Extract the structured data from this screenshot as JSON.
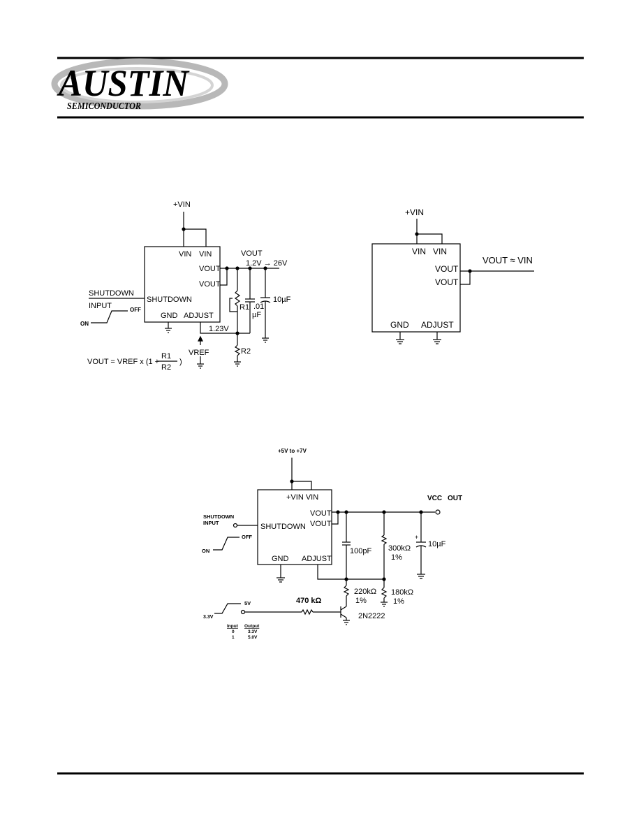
{
  "logo": {
    "name": "AUSTIN",
    "sub": "SEMICONDUCTOR"
  },
  "circuit1": {
    "vin_top": "+VIN",
    "pin_vin1": "VIN",
    "pin_vin2": "VIN",
    "vout_label": "VOUT",
    "range": "1.2V → 26V",
    "pin_vout1": "VOUT",
    "pin_vout2": "VOUT",
    "shutdown_pin": "SHUTDOWN",
    "shutdown_input_1": "SHUTDOWN",
    "shutdown_input_2": "INPUT",
    "off": "OFF",
    "on": "ON",
    "gnd": "GND",
    "adjust": "ADJUST",
    "r1": "R1",
    "c_small_1": ".01",
    "c_small_2": "µF",
    "c_big": "10µF",
    "vadj": "1.23V",
    "vref": "VREF",
    "r2": "R2",
    "formula_left": "VOUT = VREF x (1 +",
    "formula_num": "R1",
    "formula_den": "R2",
    "formula_close": ")"
  },
  "circuit2": {
    "vin_top": "+VIN",
    "pin_vin1": "VIN",
    "pin_vin2": "VIN",
    "pin_vout1": "VOUT",
    "pin_vout2": "VOUT",
    "out_label": "VOUT ≈ VIN",
    "gnd": "GND",
    "adjust": "ADJUST"
  },
  "circuit3": {
    "supply": "+5V to +7V",
    "pin_vin": "+VIN VIN",
    "vcc_out": "VCC",
    "vcc_out_2": "OUT",
    "pin_vout1": "VOUT",
    "pin_vout2": "VOUT",
    "shutdown_input_1": "SHUTDOWN",
    "shutdown_input_2": "INPUT",
    "shutdown_pin": "SHUTDOWN",
    "off": "OFF",
    "on": "ON",
    "gnd": "GND",
    "adjust": "ADJUST",
    "c100": "100pF",
    "r300": "300kΩ",
    "r300_tol": "1%",
    "c10": "10µF",
    "r220": "220kΩ",
    "r220_tol": "1%",
    "r180": "180kΩ",
    "r180_tol": "1%",
    "r470": "470 kΩ",
    "transistor": "2N2222",
    "level_high": "5V",
    "level_low": "3.3V",
    "table_head_in": "Input",
    "table_head_out": "Output",
    "row1_in": "0",
    "row1_out": "3.3V",
    "row2_in": "1",
    "row2_out": "5.0V"
  }
}
